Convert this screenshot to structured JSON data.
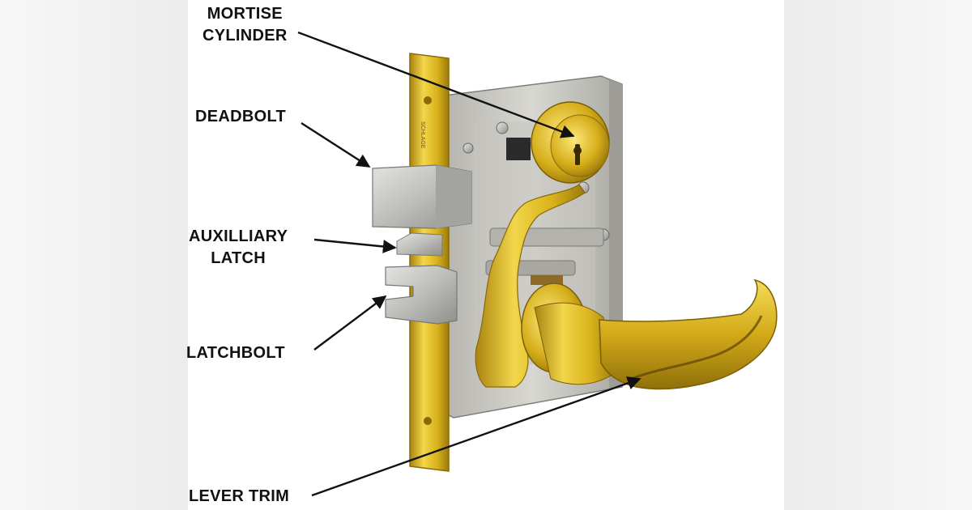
{
  "labels": {
    "mortise_cylinder": [
      "MORTISE",
      "CYLINDER"
    ],
    "deadbolt": [
      "DEADBOLT"
    ],
    "auxiliary_latch": [
      "AUXILLIARY",
      "LATCH"
    ],
    "latchbolt": [
      "LATCHBOLT"
    ],
    "lever_trim": [
      "LEVER TRIM"
    ]
  },
  "brand_text": "SCHLAGE",
  "colors": {
    "brass": "#d9b21c",
    "brass_dark": "#a98410",
    "steel": "#c9c9c7",
    "steel_dark": "#8e8e8a",
    "arrow": "#111111",
    "panel": "#ffffff",
    "outer": "#ececec"
  }
}
